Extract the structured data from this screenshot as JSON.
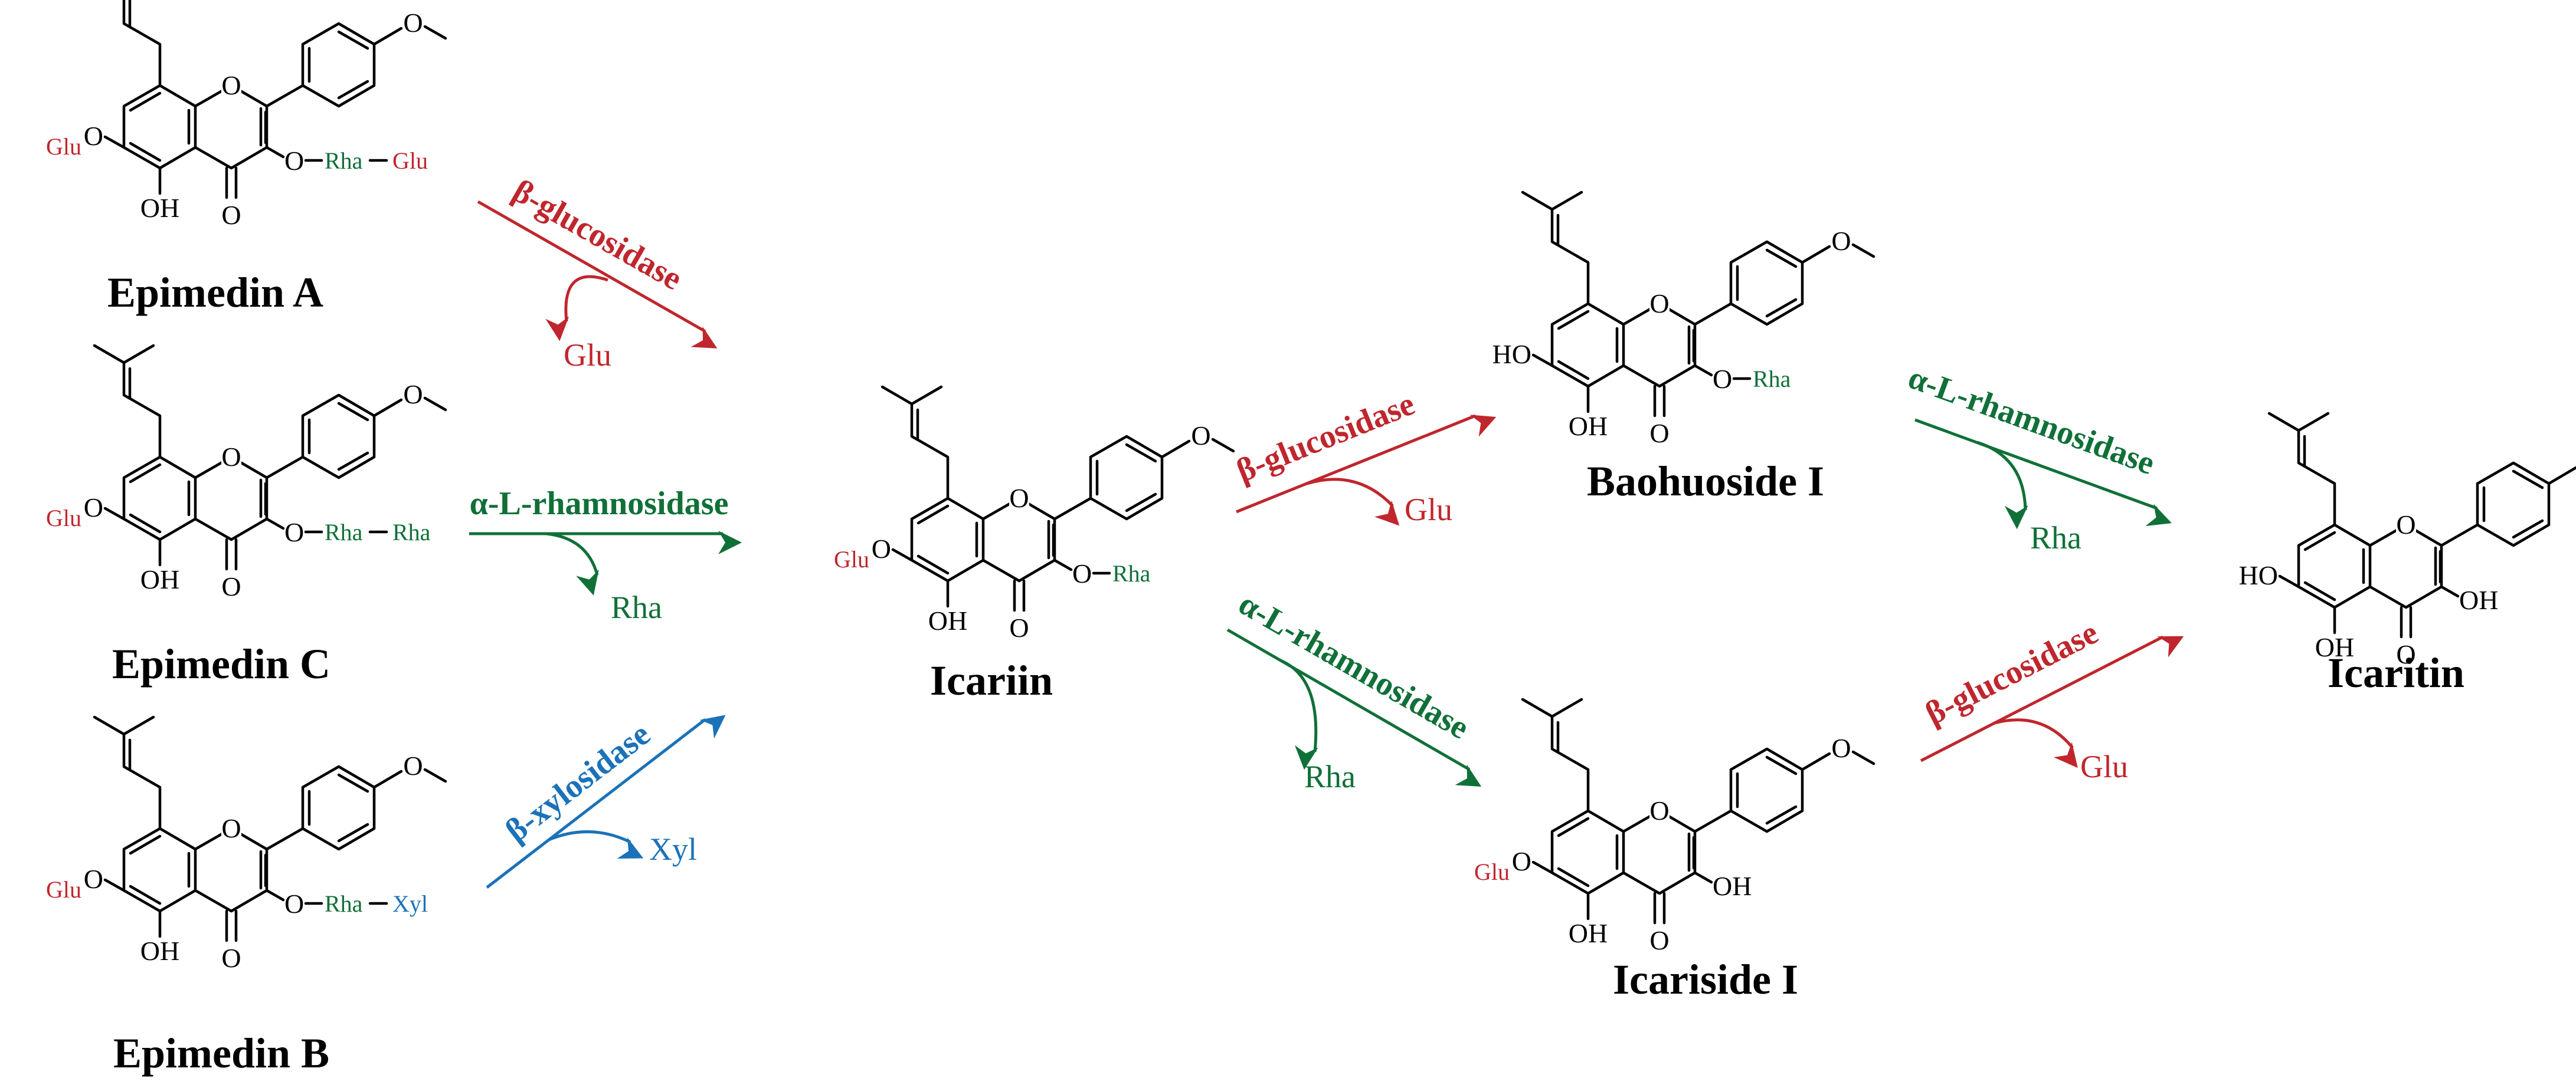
{
  "colors": {
    "red": "#c0262d",
    "green": "#107038",
    "blue": "#1b72b8",
    "black": "#000000"
  },
  "atoms": {
    "oxygen": "O",
    "hydroxyl": "OH",
    "hydroxyl_left": "HO"
  },
  "compounds": {
    "epimedin_a": {
      "name": "Epimedin A",
      "c7": "Glu",
      "c3": [
        "Rha",
        "Glu"
      ]
    },
    "epimedin_c": {
      "name": "Epimedin C",
      "c7": "Glu",
      "c3": [
        "Rha",
        "Rha"
      ]
    },
    "epimedin_b": {
      "name": "Epimedin B",
      "c7": "Glu",
      "c3": [
        "Rha",
        "Xyl"
      ]
    },
    "icariin": {
      "name": "Icariin",
      "c7": "Glu",
      "c3": [
        "Rha"
      ]
    },
    "baohuoside": {
      "name": "Baohuoside I",
      "c7": "HO",
      "c3": [
        "Rha"
      ]
    },
    "icariside": {
      "name": "Icariside I",
      "c7": "Glu",
      "c3": []
    },
    "icaritin": {
      "name": "Icaritin",
      "c7": "HO",
      "c3": []
    }
  },
  "reactions": [
    {
      "id": "a_to_icariin",
      "enzyme": "β-glucosidase",
      "released": "Glu",
      "color": "red"
    },
    {
      "id": "c_to_icariin",
      "enzyme": "α-L-rhamnosidase",
      "released": "Rha",
      "color": "green"
    },
    {
      "id": "b_to_icariin",
      "enzyme": "β-xylosidase",
      "released": "Xyl",
      "color": "blue"
    },
    {
      "id": "icariin_to_baohuoside",
      "enzyme": "β-glucosidase",
      "released": "Glu",
      "color": "red"
    },
    {
      "id": "icariin_to_icariside",
      "enzyme": "α-L-rhamnosidase",
      "released": "Rha",
      "color": "green"
    },
    {
      "id": "baohuoside_to_icaritin",
      "enzyme": "α-L-rhamnosidase",
      "released": "Rha",
      "color": "green"
    },
    {
      "id": "icariside_to_icaritin",
      "enzyme": "β-glucosidase",
      "released": "Glu",
      "color": "red"
    }
  ]
}
